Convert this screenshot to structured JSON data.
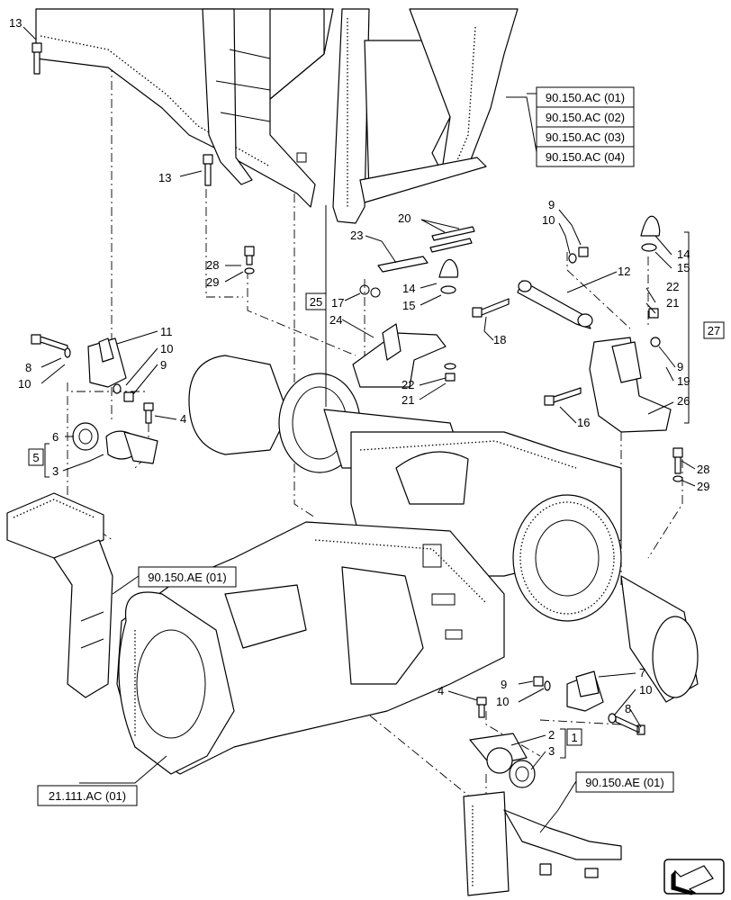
{
  "ref_codes": {
    "cab_1": "90.150.AC (01)",
    "cab_2": "90.150.AC (02)",
    "cab_3": "90.150.AC (03)",
    "cab_4": "90.150.AC (04)",
    "platform_left": "90.150.AE (01)",
    "platform_right": "90.150.AE (01)",
    "transmission": "21.111.AC (01)"
  },
  "group_labels": {
    "g25": "25",
    "g27": "27",
    "g5": "5",
    "g1": "1"
  },
  "callouts": {
    "c13a": "13",
    "c13b": "13",
    "c20": "20",
    "c23": "23",
    "c28a": "28",
    "c29a": "29",
    "c17": "17",
    "c14a": "14",
    "c15a": "15",
    "c24": "24",
    "c22a": "22",
    "c21a": "21",
    "c9a": "9",
    "c10a": "10",
    "c14b": "14",
    "c15b": "15",
    "c12": "12",
    "c22b": "22",
    "c21b": "21",
    "c18": "18",
    "c9b": "9",
    "c19": "19",
    "c26": "26",
    "c16": "16",
    "c28b": "28",
    "c29b": "29",
    "c11": "11",
    "c10b": "10",
    "c9c": "9",
    "c8a": "8",
    "c10c": "10",
    "c4a": "4",
    "c6": "6",
    "c3a": "3",
    "c9d": "9",
    "c10d": "10",
    "c7": "7",
    "c10e": "10",
    "c8b": "8",
    "c4b": "4",
    "c2": "2",
    "c3b": "3"
  },
  "icons": {
    "nav": "arrow-nav-icon"
  }
}
